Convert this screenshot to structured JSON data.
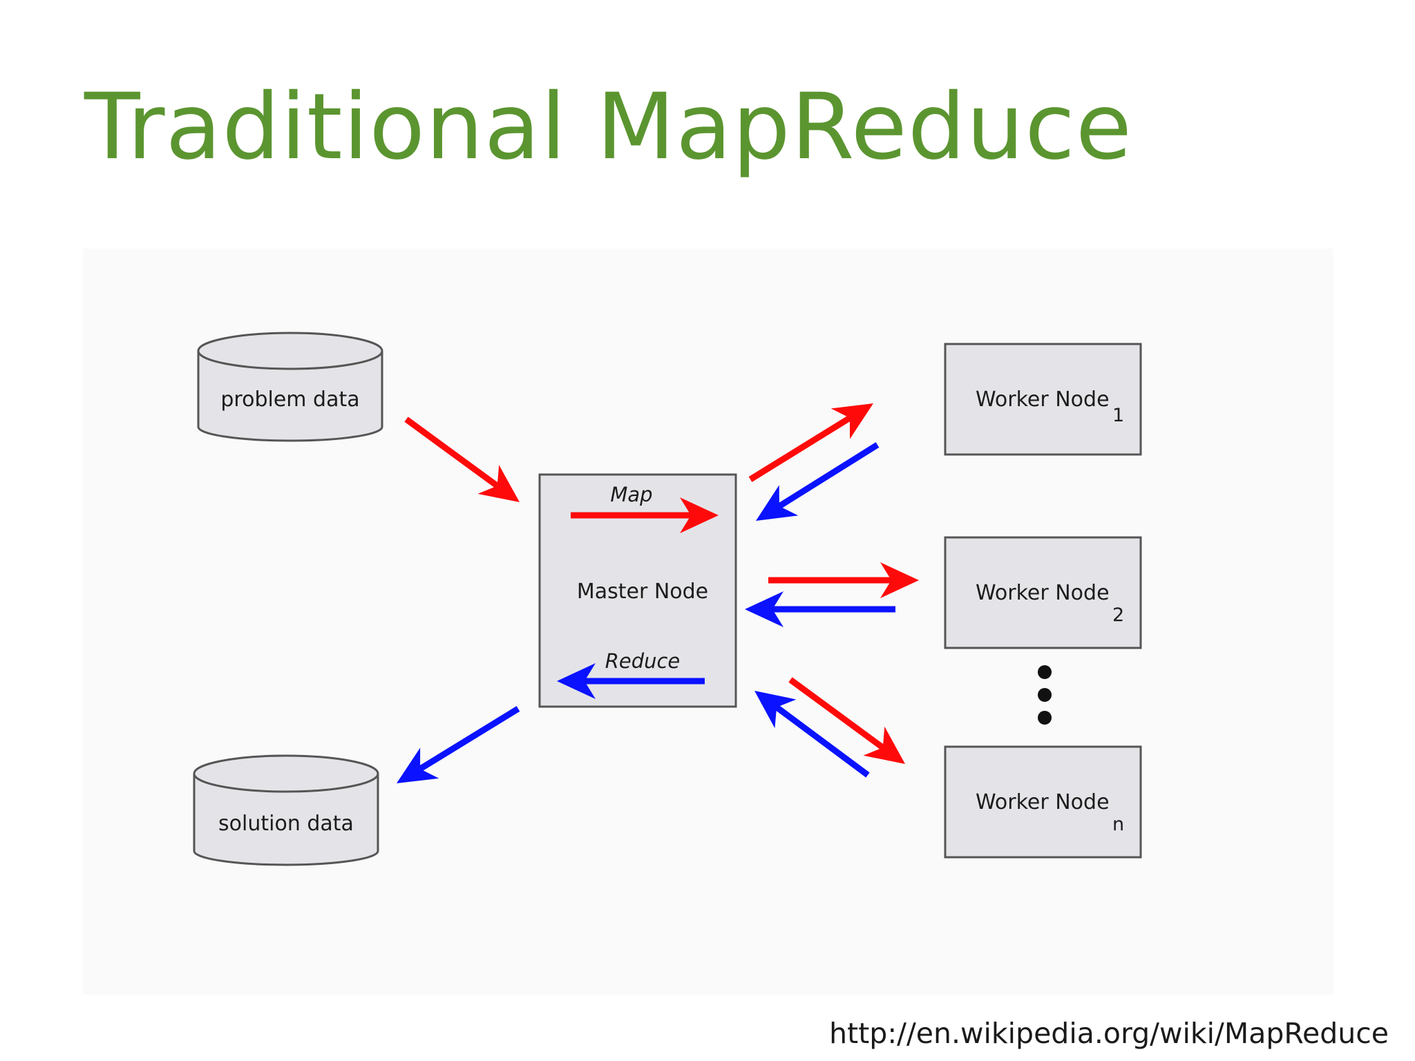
{
  "slide": {
    "title": "Traditional MapReduce",
    "source_url": "http://en.wikipedia.org/wiki/MapReduce"
  },
  "diagram": {
    "input_store": {
      "label": "problem data"
    },
    "output_store": {
      "label": "solution data"
    },
    "master": {
      "label": "Master Node",
      "map_label": "Map",
      "reduce_label": "Reduce"
    },
    "workers": [
      {
        "label": "Worker Node",
        "subscript": "1"
      },
      {
        "label": "Worker Node",
        "subscript": "2"
      },
      {
        "label": "Worker Node",
        "subscript": "n"
      }
    ],
    "colors": {
      "title": "#5b9530",
      "map_arrow": "#ff0a0a",
      "reduce_arrow": "#0a12ff",
      "box_fill": "#e4e4e8",
      "box_stroke": "#555555"
    }
  }
}
